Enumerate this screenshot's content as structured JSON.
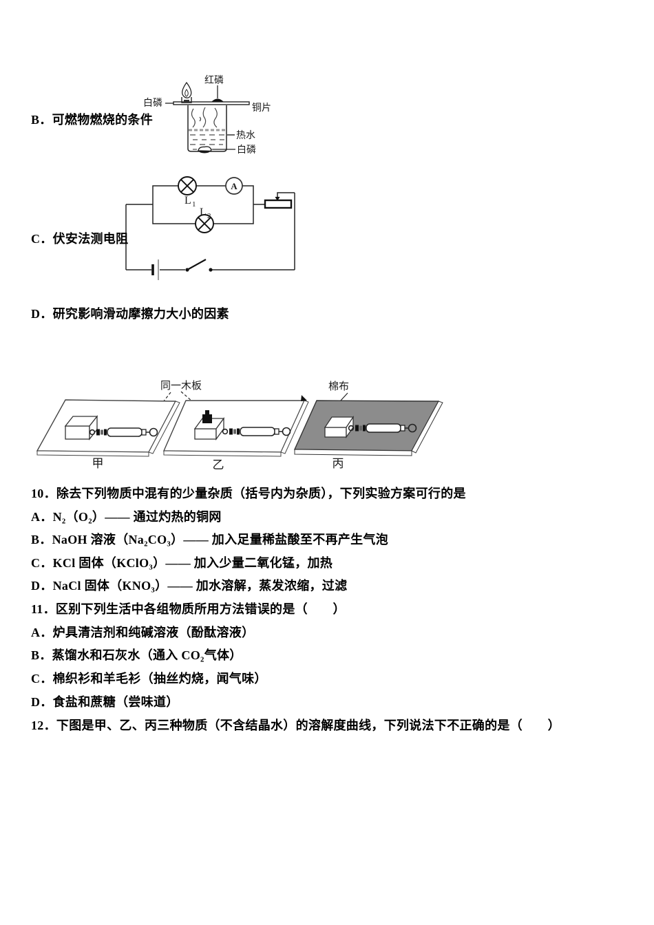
{
  "figures": {
    "combustion": {
      "red_phosphorus_label": "红磷",
      "white_phosphorus_top_label": "白磷",
      "copper_sheet_label": "铜片",
      "hot_water_label": "热水",
      "white_phosphorus_bottom_label": "白磷"
    },
    "circuit": {
      "lamp1_label": "L",
      "lamp1_sub": "1",
      "lamp2_label": "L",
      "lamp2_sub": "2",
      "ammeter_label": "A"
    },
    "friction": {
      "same_board_label": "同一木板",
      "cotton_cloth_label": "棉布",
      "board1_label": "甲",
      "board2_label": "乙",
      "board3_label": "丙",
      "cloth_color": "#8c8c8c"
    }
  },
  "items": {
    "option_b": "B．可燃物燃烧的条件",
    "option_c": "C．伏安法测电阻",
    "option_d": "D．研究影响滑动摩擦力大小的因素"
  },
  "questions": [
    {
      "number": "10．",
      "stem": "除去下列物质中混有的少量杂质（括号内为杂质），下列实验方案可行的是",
      "options": [
        "A．N₂（O₂）—— 通过灼热的铜网",
        "B．NaOH 溶液（Na₂CO₃）—— 加入足量稀盐酸至不再产生气泡",
        "C．KCl 固体（KClO₃）—— 加入少量二氧化锰，加热",
        "D．NaCl 固体（KNO₃）—— 加水溶解，蒸发浓缩，过滤"
      ]
    },
    {
      "number": "11．",
      "stem": "区别下列生活中各组物质所用方法错误的是（　　）",
      "options": [
        "A．炉具清洁剂和纯碱溶液（酚酞溶液）",
        "B．蒸馏水和石灰水（通入 CO₂气体）",
        "C．棉织衫和羊毛衫（抽丝灼烧，闻气味）",
        "D．食盐和蔗糖（尝味道）"
      ]
    },
    {
      "number": "12．",
      "stem": "下图是甲、乙、丙三种物质（不含结晶水）的溶解度曲线，下列说法下不正确的是（　　）"
    }
  ]
}
